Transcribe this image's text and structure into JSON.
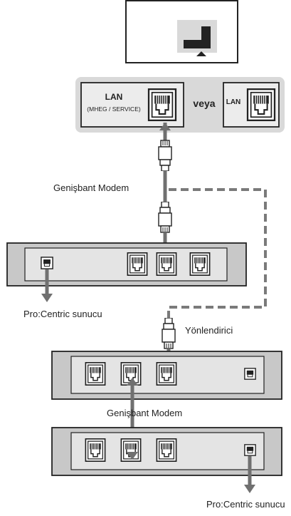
{
  "tv_panel": {
    "lan_label": "LAN",
    "lan_sublabel": "(MHEG / SERVICE)",
    "or_label": "veya",
    "lan_alt_label": "LAN"
  },
  "labels": {
    "broadband_modem_top": "Genişbant Modem",
    "server_left": "Pro:Centric sunucu",
    "router": "Yönlendirici",
    "broadband_modem_bottom": "Genişbant Modem",
    "server_bottom": "Pro:Centric sunucu"
  },
  "colors": {
    "panel_bg": "#d9d9d9",
    "device_outer": "#c8c8c8",
    "device_inner": "#e4e4e4",
    "cable": "#707070",
    "dashed_cable": "#7a7a7a",
    "stroke": "#222222"
  }
}
